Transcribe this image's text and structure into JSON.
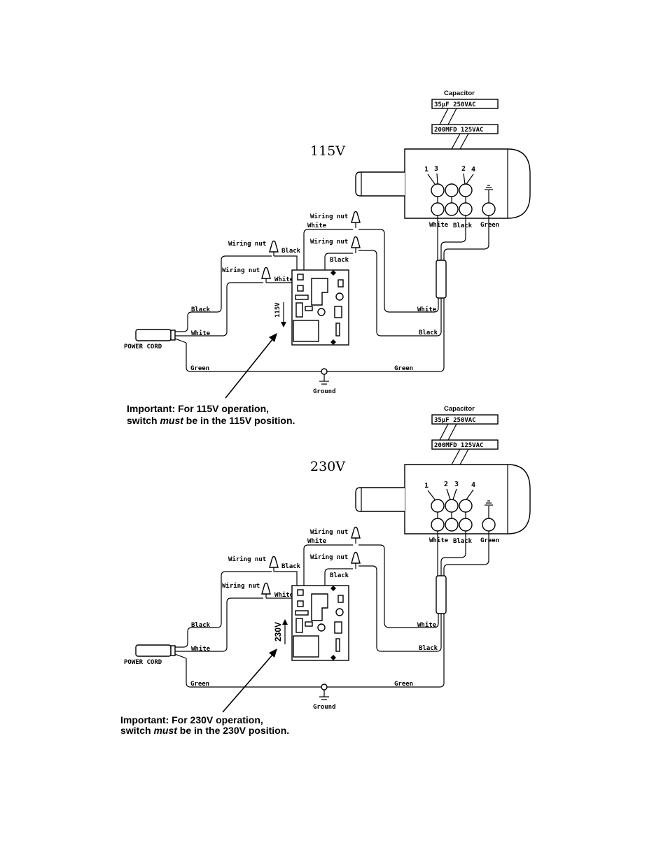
{
  "diagrams": [
    {
      "voltage_title": "115V",
      "capacitor": {
        "heading": "Capacitor",
        "rating_a": "35µF     250VAC",
        "rating_b": "200MFD  125VAC"
      },
      "terminal_numbers": [
        "1",
        "3",
        "2",
        "4"
      ],
      "motor_leads": {
        "white": "White",
        "black": "Black",
        "green": "Green"
      },
      "wiring_nuts": [
        "Wiring nut",
        "Wiring nut",
        "Wiring nut",
        "Wiring nut"
      ],
      "wire_labels": {
        "top_white": "White",
        "nut_black_top": "Black",
        "nut_black": "Black",
        "nut_white": "White",
        "cord_black": "Black",
        "cord_white": "White",
        "cord_green": "Green",
        "right_white": "White",
        "right_black": "Black",
        "right_green": "Green"
      },
      "switch_label": "115V",
      "power_cord": "POWER CORD",
      "ground": "Ground",
      "note_line1": "Important: For 115V operation,",
      "note_line2_pre": "switch ",
      "note_line2_em": "must",
      "note_line2_post": " be in the 115V position."
    },
    {
      "voltage_title": "230V",
      "capacitor": {
        "heading": "Capacitor",
        "rating_a": "35µF     250VAC",
        "rating_b": "200MFD  125VAC"
      },
      "terminal_numbers": [
        "1",
        "2",
        "3",
        "4"
      ],
      "motor_leads": {
        "white": "White",
        "black": "Black",
        "green": "Green"
      },
      "wiring_nuts": [
        "Wiring nut",
        "Wiring nut",
        "Wiring nut",
        "Wiring nut"
      ],
      "wire_labels": {
        "top_white": "White",
        "nut_black_top": "Black",
        "nut_black": "Black",
        "nut_white": "White",
        "cord_black": "Black",
        "cord_white": "White",
        "cord_green": "Green",
        "right_white": "White",
        "right_black": "Black",
        "right_green": "Green"
      },
      "switch_label": "230V",
      "power_cord": "POWER CORD",
      "ground": "Ground",
      "note_line1": "Important: For 230V operation,",
      "note_line2_pre": "switch ",
      "note_line2_em": "must",
      "note_line2_post": " be in the 230V position."
    }
  ]
}
